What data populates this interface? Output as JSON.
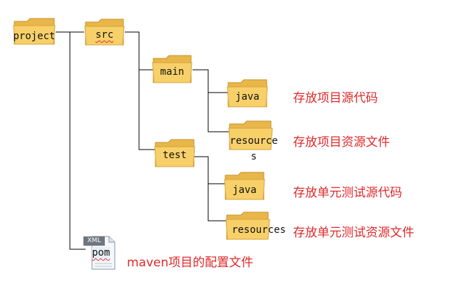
{
  "tree": {
    "root": "project",
    "src": "src",
    "main": "main",
    "main_java": "java",
    "main_resources_line1": "resource",
    "main_resources_line2": "s",
    "test": "test",
    "test_java": "java",
    "test_resources": "resources",
    "pom_badge": "XML",
    "pom": "pom"
  },
  "notes": {
    "main_java": "存放项目源代码",
    "main_resources": "存放项目资源文件",
    "test_java": "存放单元测试源代码",
    "test_resources": "存放单元测试资源文件",
    "pom": "maven项目的配置文件"
  },
  "colors": {
    "note": "#e0282a",
    "folder_front": "#f7d06a",
    "folder_back": "#e9b64a",
    "line": "#000000"
  }
}
